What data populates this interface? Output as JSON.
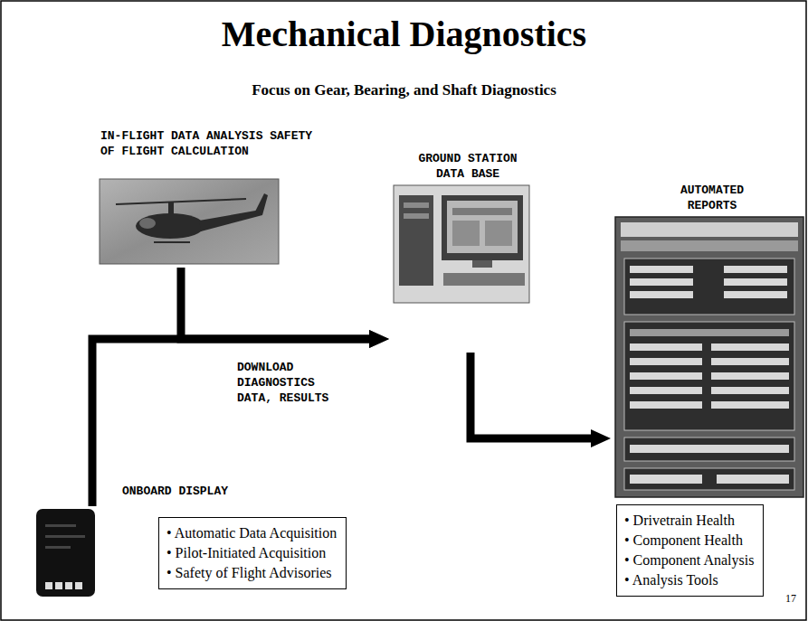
{
  "diagram": {
    "title": "Mechanical Diagnostics",
    "nodes": [
      {
        "text": [
          "IN-FLIGHT DATA ANALYSIS SAFETY OF FLIGHT CALCULATION"
        ]
      },
      {
        "text": [
          "GROUND STATION DATA BASE"
        ]
      },
      {
        "text": [
          "AUTOMATED REPORTS"
        ]
      },
      {
        "text": [
          "ONBOARD DISPLAY"
        ]
      },
      {
        "text": [
          "• Automatic Data Acquisition",
          "• Pilot-Initiated Acquisition",
          "• Safety of Flight Advisories"
        ]
      },
      {
        "text": [
          "• Drivetrain Health",
          "• Component Health",
          "• Component Analysis",
          "• Analysis Tools"
        ]
      }
    ],
    "edges": [
      {
        "from": 0,
        "to": 1,
        "arrow": "to",
        "label": "DOWNLOAD DIAGNOSTICS DATA, RESULTS"
      },
      {
        "from": 3,
        "to": 1,
        "arrow": "to"
      },
      {
        "from": 1,
        "to": 2,
        "arrow": "to"
      }
    ],
    "labels": [
      "Focus on Gear, Bearing, and Shaft Diagnostics",
      "17"
    ]
  }
}
